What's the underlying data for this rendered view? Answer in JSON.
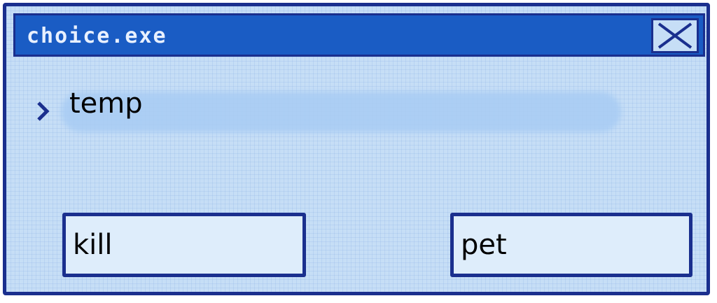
{
  "window": {
    "title": "choice.exe"
  },
  "prompt": {
    "text": "temp"
  },
  "buttons": {
    "kill_label": "kill",
    "pet_label": "pet"
  },
  "icons": {
    "close": "close-icon",
    "caret": "chevron-right-icon"
  },
  "colors": {
    "titlebar": "#1a5cc4",
    "border": "#1a2f8e",
    "window_bg": "#c6def6",
    "button_bg": "#deedfb"
  }
}
